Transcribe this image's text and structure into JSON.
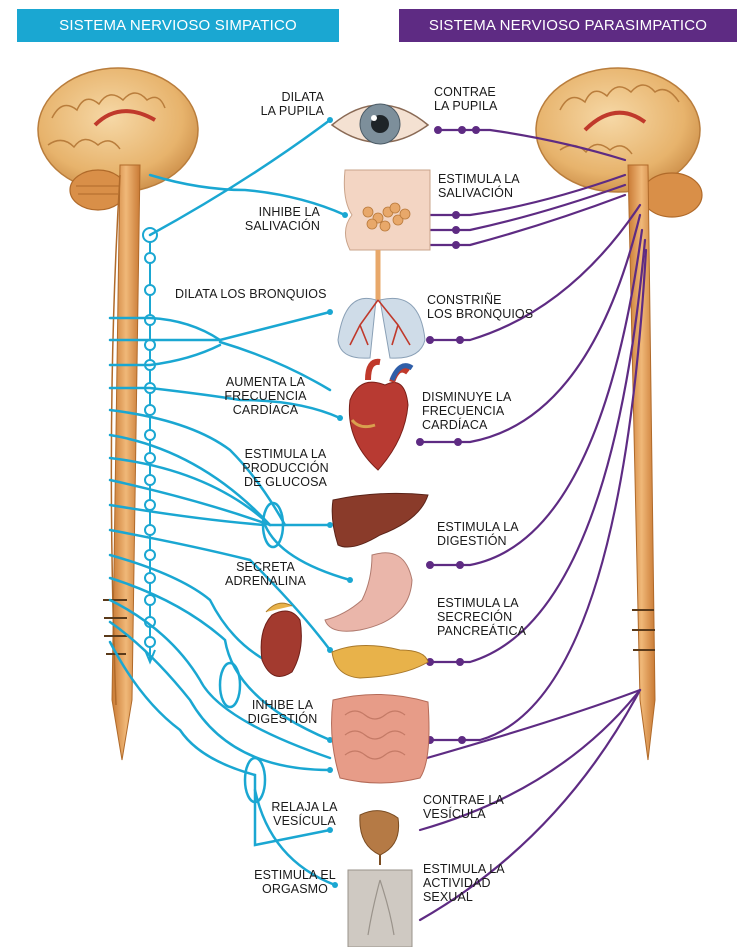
{
  "headers": {
    "sympathetic": "SISTEMA NERVIOSO SIMPATICO",
    "parasympathetic": "SISTEMA NERVIOSO PARASIMPATICO"
  },
  "colors": {
    "sympathetic": "#1aa7d2",
    "parasympathetic": "#5e2b83"
  },
  "sympathetic_labels": {
    "eye": "DILATA\nLA PUPILA",
    "saliva": "INHIBE LA\nSALIVACIÓN",
    "bronchi": "DILATA LOS BRONQUIOS",
    "heart": "AUMENTA LA\nFRECUENCIA\nCARDÍACA",
    "glucose": "ESTIMULA LA\nPRODUCCIÓN\nDE GLUCOSA",
    "adrenaline": "SECRETA\nADRENALINA",
    "digestion": "INHIBE LA\nDIGESTIÓN",
    "bladder": "RELAJA LA\nVESÍCULA",
    "orgasm": "ESTIMULA EL\nORGASMO"
  },
  "parasympathetic_labels": {
    "eye": "CONTRAE\nLA PUPILA",
    "saliva": "ESTIMULA LA\nSALIVACIÓN",
    "bronchi": "CONSTRIÑE\nLOS BRONQUIOS",
    "heart": "DISMINUYE LA\nFRECUENCIA\nCARDÍACA",
    "digestion": "ESTIMULA LA\nDIGESTIÓN",
    "pancreas": "ESTIMULA LA\nSECRECIÓN\nPANCREÁTICA",
    "bladder": "CONTRAE LA\nVESÍCULA",
    "sexual": "ESTIMULA LA\nACTIVIDAD\nSEXUAL"
  }
}
